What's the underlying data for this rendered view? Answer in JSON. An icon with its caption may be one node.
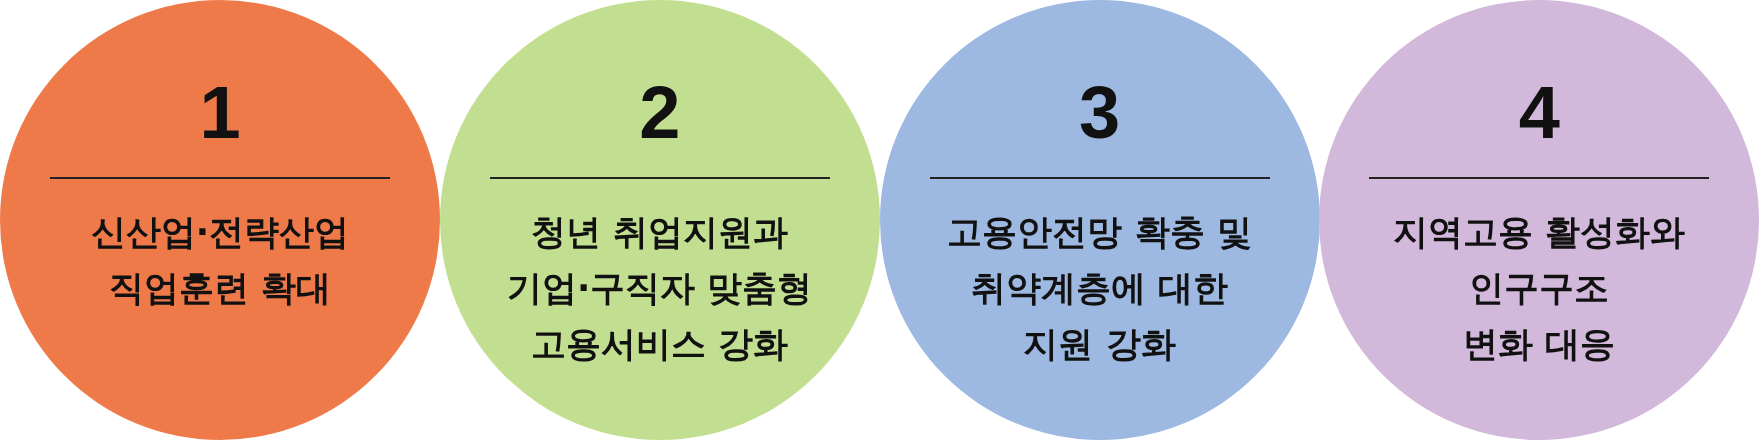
{
  "diagram": {
    "nodes": [
      {
        "text": [
          "1",
          "신산업·전략산업 직업훈련 확대"
        ]
      },
      {
        "text": [
          "2",
          "청년 취업지원과 기업·구직자 맞춤형 고용서비스 강화"
        ]
      },
      {
        "text": [
          "3",
          "고용안전망 확충 및 취약계층에 대한 지원 강화"
        ]
      },
      {
        "text": [
          "4",
          "지역고용 활성화와 인구구조 변화 대응"
        ]
      }
    ]
  }
}
